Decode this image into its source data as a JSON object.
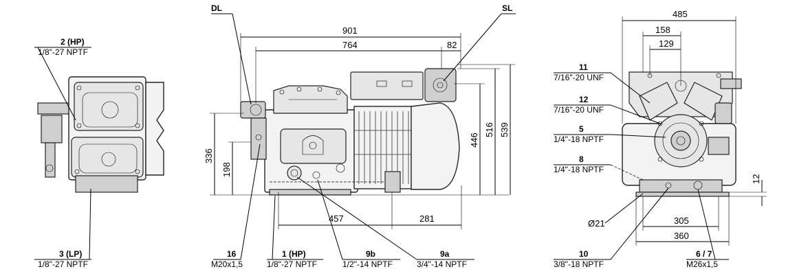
{
  "callouts": {
    "c2_hp": {
      "num": "2 (HP)",
      "spec": "1/8\"-27 NPTF"
    },
    "c3_lp": {
      "num": "3 (LP)",
      "spec": "1/8\"-27 NPTF"
    },
    "dl": "DL",
    "sl": "SL",
    "c16": {
      "num": "16",
      "spec": "M20x1,5"
    },
    "c1_hp": {
      "num": "1 (HP)",
      "spec": "1/8\"-27 NPTF"
    },
    "c9b": {
      "num": "9b",
      "spec": "1/2\"-14 NPTF"
    },
    "c9a": {
      "num": "9a",
      "spec": "3/4\"-14 NPTF"
    },
    "c11": {
      "num": "11",
      "spec": "7/16\"-20 UNF"
    },
    "c12": {
      "num": "12",
      "spec": "7/16\"-20 UNF"
    },
    "c5": {
      "num": "5",
      "spec": "1/4\"-18 NPTF"
    },
    "c8": {
      "num": "8",
      "spec": "1/4\"-18 NPTF"
    },
    "c10": {
      "num": "10",
      "spec": "3/8\"-18 NPTF"
    },
    "c67": {
      "num": "6 / 7",
      "spec": "M26x1,5"
    }
  },
  "dimensions": {
    "d901": "901",
    "d764": "764",
    "d82": "82",
    "d336": "336",
    "d198": "198",
    "d446": "446",
    "d516": "516",
    "d539": "539",
    "d457": "457",
    "d281": "281",
    "d485": "485",
    "d158": "158",
    "d129": "129",
    "d12": "12",
    "d305": "305",
    "d360": "360",
    "d21": "Ø21"
  }
}
